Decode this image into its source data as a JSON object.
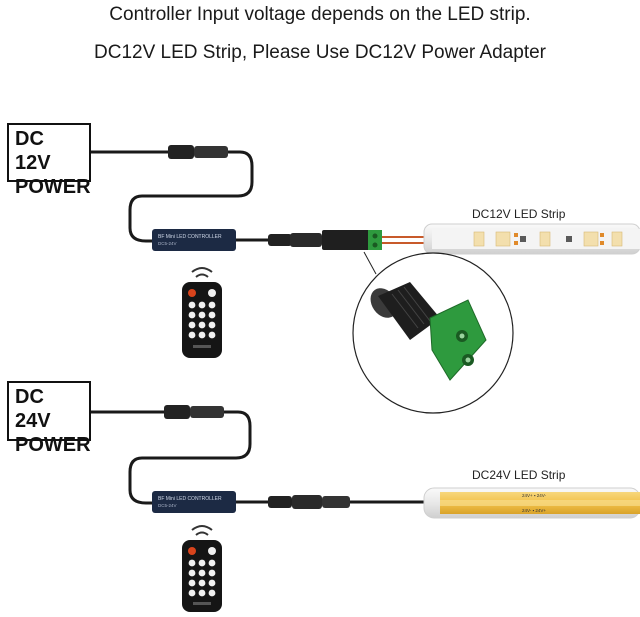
{
  "headlines": {
    "line1": "Controller Input voltage depends on the LED strip.",
    "line2": "DC12V LED Strip, Please Use DC12V Power Adapter"
  },
  "power_12v": {
    "line1": "DC 12V",
    "line2": "POWER"
  },
  "power_24v": {
    "line1": "DC 24V",
    "line2": "POWER"
  },
  "strip_12v": {
    "label": "DC12V LED Strip"
  },
  "strip_24v": {
    "label": "DC24V LED Strip",
    "marking_a": "24V+ ▪ 24V-",
    "marking_b": "24V- ▪ 24V+"
  },
  "controller": {
    "label": "BF Mini LED CONTROLLER",
    "sublabel": "DC5-24V"
  },
  "colors": {
    "wire": "#1a1a1a",
    "cob": "#f2c14a",
    "smd": "#f0e0b0",
    "connector_green": "#2e9a3e"
  }
}
